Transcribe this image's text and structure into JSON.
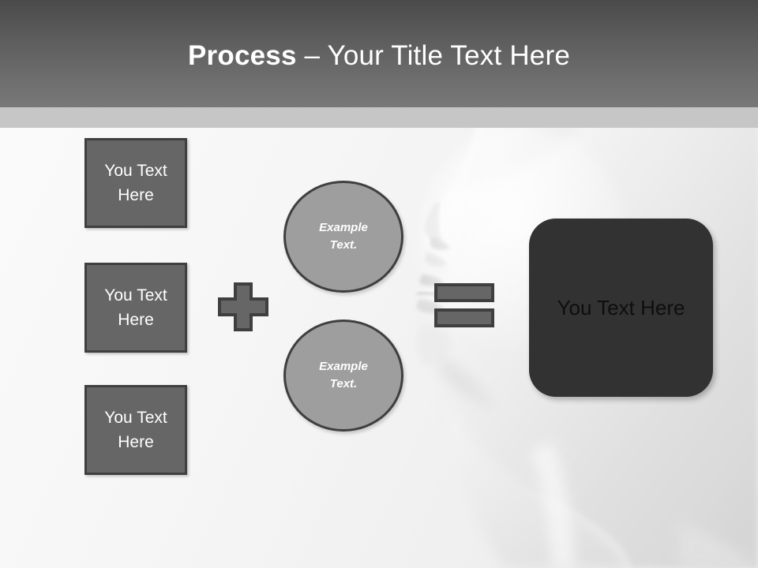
{
  "slide": {
    "title": {
      "bold_part": "Process",
      "rest_part": " – Your Title Text Here"
    },
    "accent_colors": {
      "band_top": "#4a4a4a",
      "band_bottom": "#787878",
      "strip": "#c6c6c6",
      "box_fill": "#666666",
      "box_border": "#3f3f3f",
      "circle_fill": "#9e9e9e",
      "result_fill": "#323232",
      "result_text": "#0e0e0e",
      "canvas": "#f7f7f7"
    }
  },
  "inputs": [
    {
      "label": "You Text Here"
    },
    {
      "label": "You Text Here"
    },
    {
      "label": "You Text Here"
    }
  ],
  "operators": {
    "plus": "+",
    "equals": "="
  },
  "examples": [
    {
      "label": "Example Text."
    },
    {
      "label": "Example Text."
    }
  ],
  "result": {
    "label": "You Text Here"
  }
}
